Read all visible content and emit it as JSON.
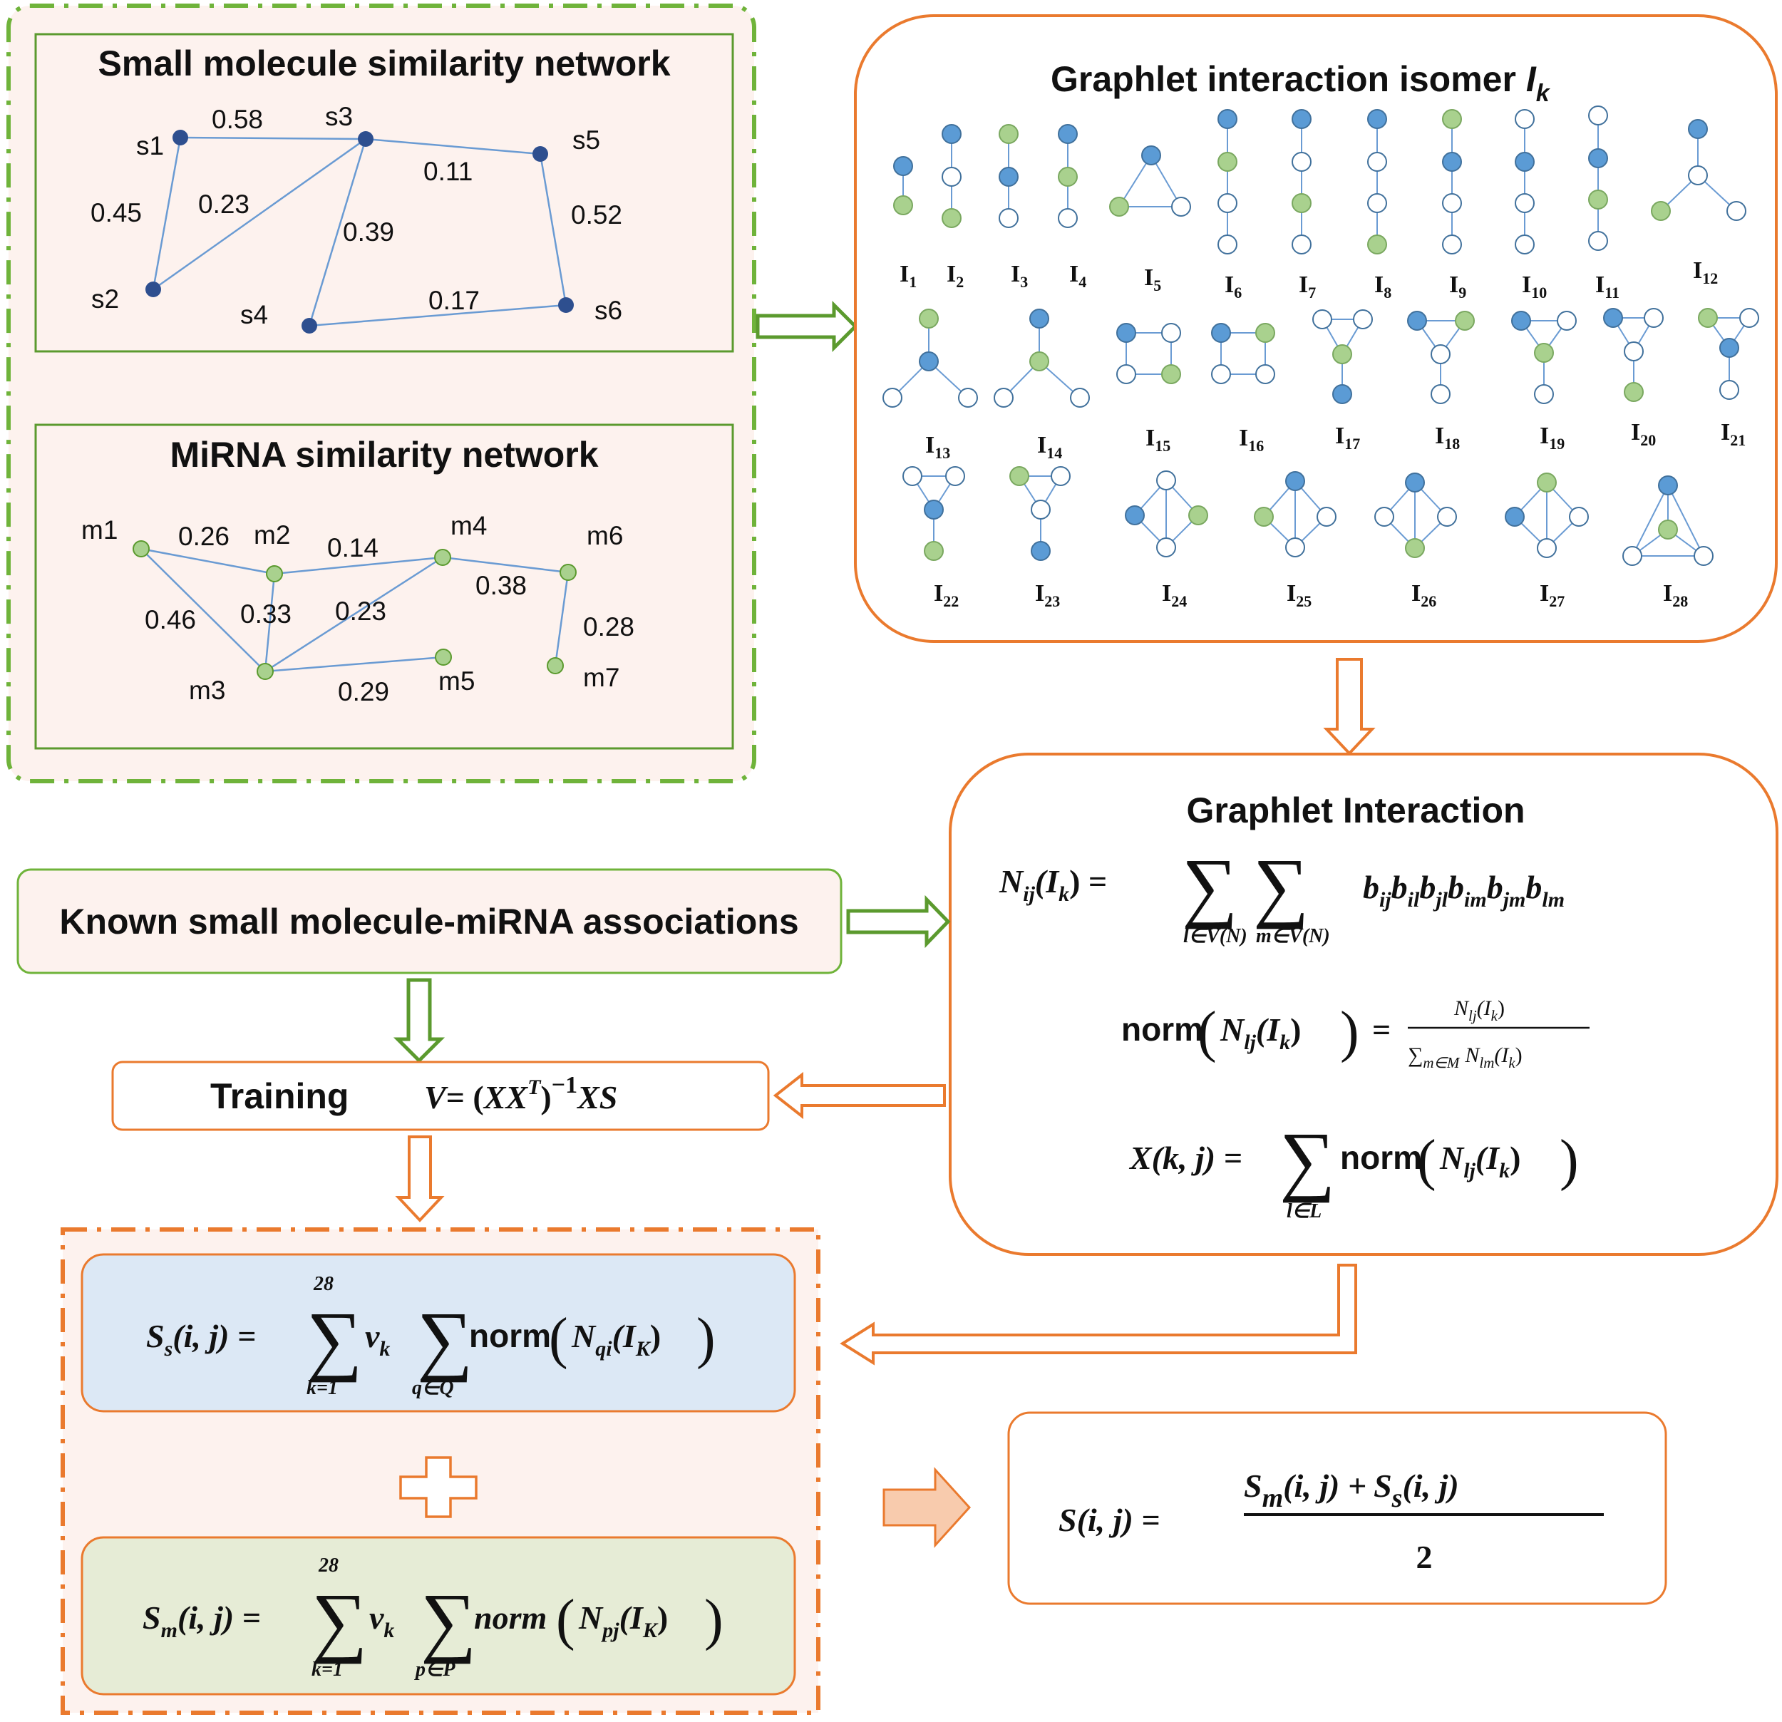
{
  "colors": {
    "green": "#5b9a2e",
    "green_dash": "#6fb33a",
    "orange": "#ea7a2e",
    "panel_fill": "#fdf2ee",
    "blue_node": "#2e4f8f",
    "graph_blue": "#5b9bd5",
    "graph_green": "#a9d18e",
    "edge_blue": "#6a9bd3",
    "formula_blue_fill": "#dce8f5",
    "formula_green_fill": "#e6ecd6"
  },
  "small_molecule_network": {
    "title": "Small molecule similarity network",
    "nodes": [
      "s1",
      "s2",
      "s3",
      "s4",
      "s5",
      "s6"
    ],
    "edge_weights": [
      "0.58",
      "0.45",
      "0.23",
      "0.11",
      "0.39",
      "0.52",
      "0.17"
    ]
  },
  "mirna_network": {
    "title": "MiRNA similarity network",
    "nodes": [
      "m1",
      "m2",
      "m3",
      "m4",
      "m5",
      "m6",
      "m7"
    ],
    "edge_weights": [
      "0.26",
      "0.14",
      "0.46",
      "0.33",
      "0.23",
      "0.38",
      "0.28",
      "0.29"
    ]
  },
  "isomers": {
    "title": "Graphlet interaction isomer ",
    "title_symbol": "I",
    "title_sub": "k",
    "label_prefix": "I",
    "labels": [
      "1",
      "2",
      "3",
      "4",
      "5",
      "6",
      "7",
      "8",
      "9",
      "10",
      "11",
      "12",
      "13",
      "14",
      "15",
      "16",
      "17",
      "18",
      "19",
      "20",
      "21",
      "22",
      "23",
      "24",
      "25",
      "26",
      "27",
      "28"
    ]
  },
  "known_associations": {
    "label": "Known small molecule-miRNA associations"
  },
  "training": {
    "label": "Training",
    "formula_V": "V",
    "formula_eq": "= (",
    "formula_XX": "XX",
    "formula_T": "T",
    "formula_close": ")",
    "formula_exp": "−1",
    "formula_XS": "XS"
  },
  "graphlet_interaction": {
    "title": "Graphlet Interaction",
    "f1_lhs_N": "N",
    "f1_lhs_sub": "ij",
    "f1_lhs_arg": "(I",
    "f1_lhs_argsub": "k",
    "f1_lhs_close": ") =",
    "f1_sum1_sub": "l∈V(N)",
    "f1_sum2_sub": "m∈V(N)",
    "f1_terms": [
      {
        "b": "b",
        "s": "ij"
      },
      {
        "b": "b",
        "s": "il"
      },
      {
        "b": "b",
        "s": "jl"
      },
      {
        "b": "b",
        "s": "im"
      },
      {
        "b": "b",
        "s": "jm"
      },
      {
        "b": "b",
        "s": "lm"
      }
    ],
    "f2_norm": "norm",
    "f2_N": "N",
    "f2_sub": "lj",
    "f2_arg": "(I",
    "f2_argsub": "k",
    "f2_close": ")",
    "f2_eq": "=",
    "f2_num": "N",
    "f2_num_sub": "lj",
    "f2_num_arg": "(I",
    "f2_num_argsub": "k",
    "f2_num_close": ")",
    "f2_den_sum": "∑",
    "f2_den_sub": "m∈M",
    "f2_den_N": "N",
    "f2_den_Nsub": "lm",
    "f2_den_arg": "(I",
    "f2_den_argsub": "k",
    "f2_den_close": ")",
    "f3_lhs": "X(k, j) =",
    "f3_sum_sub": "l∈L",
    "f3_norm": "norm",
    "f3_N": "N",
    "f3_sub": "lj",
    "f3_arg": "(I",
    "f3_argsub": "k",
    "f3_close": ")"
  },
  "ss_formula": {
    "lhs_S": "S",
    "lhs_sub": "s",
    "lhs_args": "(i, j) =",
    "sum_top": "28",
    "sum_bot": "k=1",
    "v": "v",
    "v_sub": "k",
    "sum2_sub": "q∈Q",
    "norm": "norm",
    "N": "N",
    "N_sub": "qi",
    "arg": "(I",
    "arg_sub": "K",
    "close": ")"
  },
  "sm_formula": {
    "lhs_S": "S",
    "lhs_sub": "m",
    "lhs_args": "(i, j) =",
    "sum_top": "28",
    "sum_bot": "k=1",
    "v": "v",
    "v_sub": "k",
    "sum2_sub": "p∈P",
    "norm": "norm",
    "N": "N",
    "N_sub": "pj",
    "arg": "(I",
    "arg_sub": "K",
    "close": ")"
  },
  "final_formula": {
    "lhs": "S(i, j) =",
    "num_Sm": "S",
    "num_Sm_sub": "m",
    "num_Sm_args": "(i, j) +",
    "num_Ss": "S",
    "num_Ss_sub": "s",
    "num_Ss_args": "(i, j)",
    "den": "2"
  }
}
